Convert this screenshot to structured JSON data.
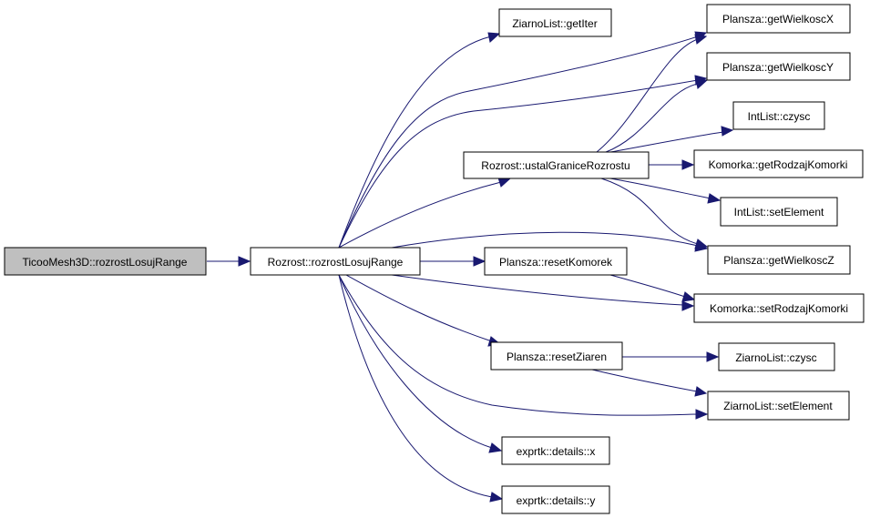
{
  "nodes": {
    "root": "TicooMesh3D::rozrostLosujRange",
    "rozrost_losuj": "Rozrost::rozrostLosujRange",
    "ziarno_getiter": "ZiarnoList::getIter",
    "ustal_granice": "Rozrost::ustalGraniceRozrostu",
    "reset_komorek": "Plansza::resetKomorek",
    "reset_ziaren": "Plansza::resetZiaren",
    "exprtk_x": "exprtk::details::x",
    "exprtk_y": "exprtk::details::y",
    "get_wx": "Plansza::getWielkoscX",
    "get_wy": "Plansza::getWielkoscY",
    "intlist_czysc": "IntList::czysc",
    "get_rodzaj": "Komorka::getRodzajKomorki",
    "intlist_set": "IntList::setElement",
    "get_wz": "Plansza::getWielkoscZ",
    "set_rodzaj": "Komorka::setRodzajKomorki",
    "ziarno_czysc": "ZiarnoList::czysc",
    "ziarno_set": "ZiarnoList::setElement"
  },
  "colors": {
    "edge": "#191970",
    "root_fill": "#bfbfbf",
    "node_fill": "#ffffff",
    "border": "#000000"
  }
}
